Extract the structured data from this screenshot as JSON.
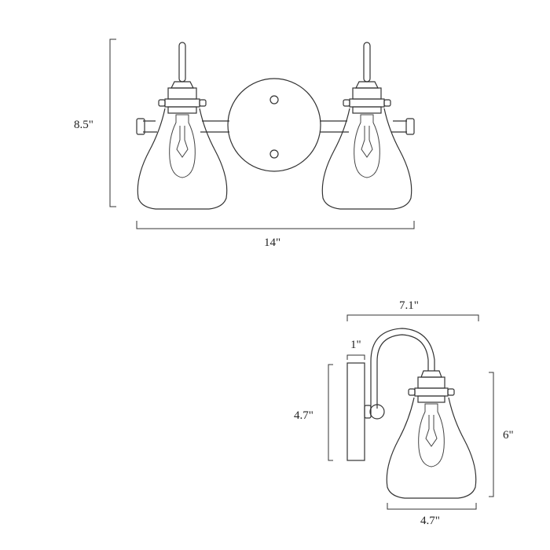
{
  "front_view": {
    "height_label": "8.5\"",
    "width_label": "14\""
  },
  "side_view": {
    "depth_label": "7.1\"",
    "backplate_width_label": "1\"",
    "backplate_height_label": "4.7\"",
    "height_label": "6\"",
    "shade_width_label": "4.7\""
  }
}
